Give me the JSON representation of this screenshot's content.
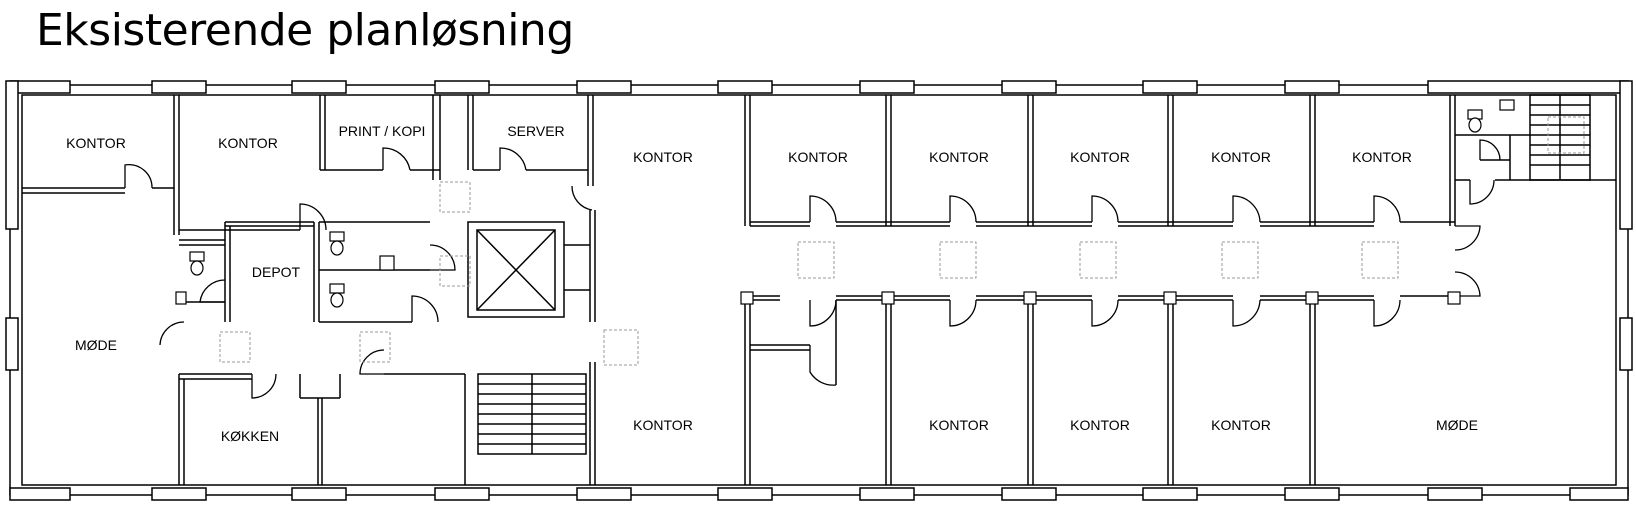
{
  "title": "Eksisterende planløsning",
  "rooms": {
    "kontor_nw": "KONTOR",
    "kontor_2": "KONTOR",
    "print_kopi": "PRINT / KOPI",
    "server": "SERVER",
    "kontor_center_top": "KONTOR",
    "kontor_t1": "KONTOR",
    "kontor_t2": "KONTOR",
    "kontor_t3": "KONTOR",
    "kontor_t4": "KONTOR",
    "kontor_t5": "KONTOR",
    "depot": "DEPOT",
    "mode_w": "MØDE",
    "kjokken": "KØKKEN",
    "kontor_center_bottom": "KONTOR",
    "kontor_b1": "KONTOR",
    "kontor_b2": "KONTOR",
    "kontor_b3": "KONTOR",
    "mode_e": "MØDE"
  }
}
